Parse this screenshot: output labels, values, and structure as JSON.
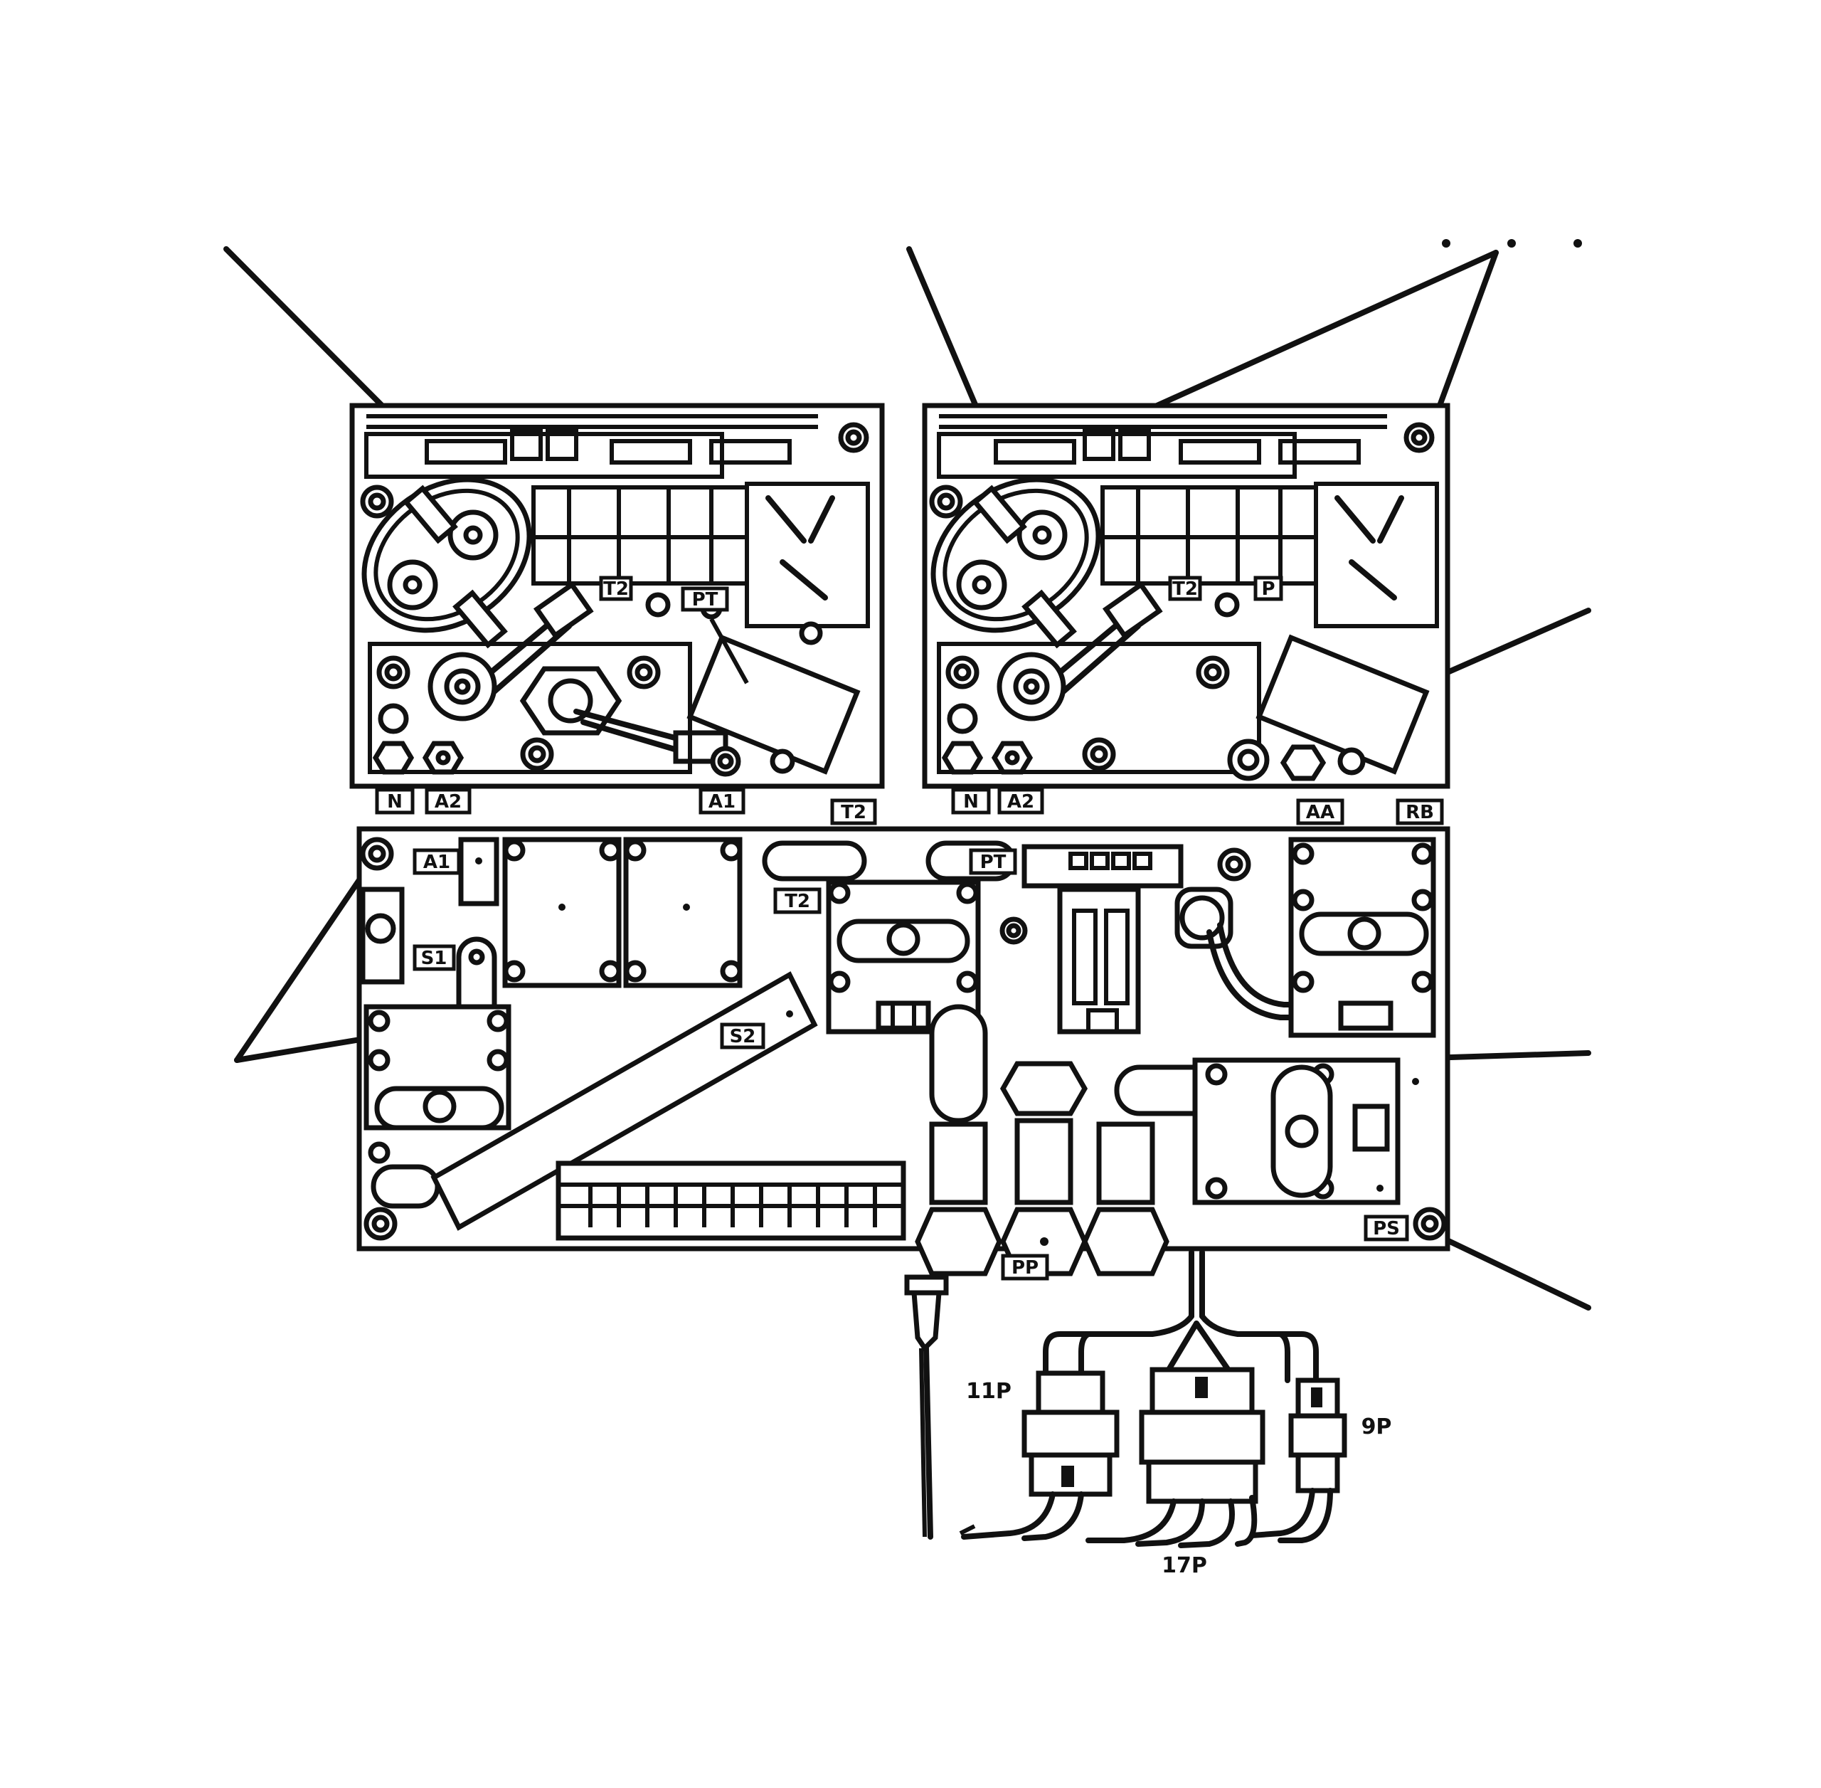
{
  "labels": {
    "n_left": "N",
    "a2_left": "A2",
    "a1_left_bottom": "A1",
    "t2_left_top": "T2",
    "pt_left_top": "PT",
    "n_right": "N",
    "a2_right": "A2",
    "t2_right_top": "T2",
    "p_right_top": "P",
    "t2_mid": "T2",
    "aa": "AA",
    "rb": "RB",
    "a1_base": "A1",
    "s1": "S1",
    "pt_base": "PT",
    "t2_base": "T2",
    "s2": "S2",
    "ps": "PS",
    "pp": "PP",
    "conn_11p": "11P",
    "conn_17p": "17P",
    "conn_9p": "9P"
  }
}
